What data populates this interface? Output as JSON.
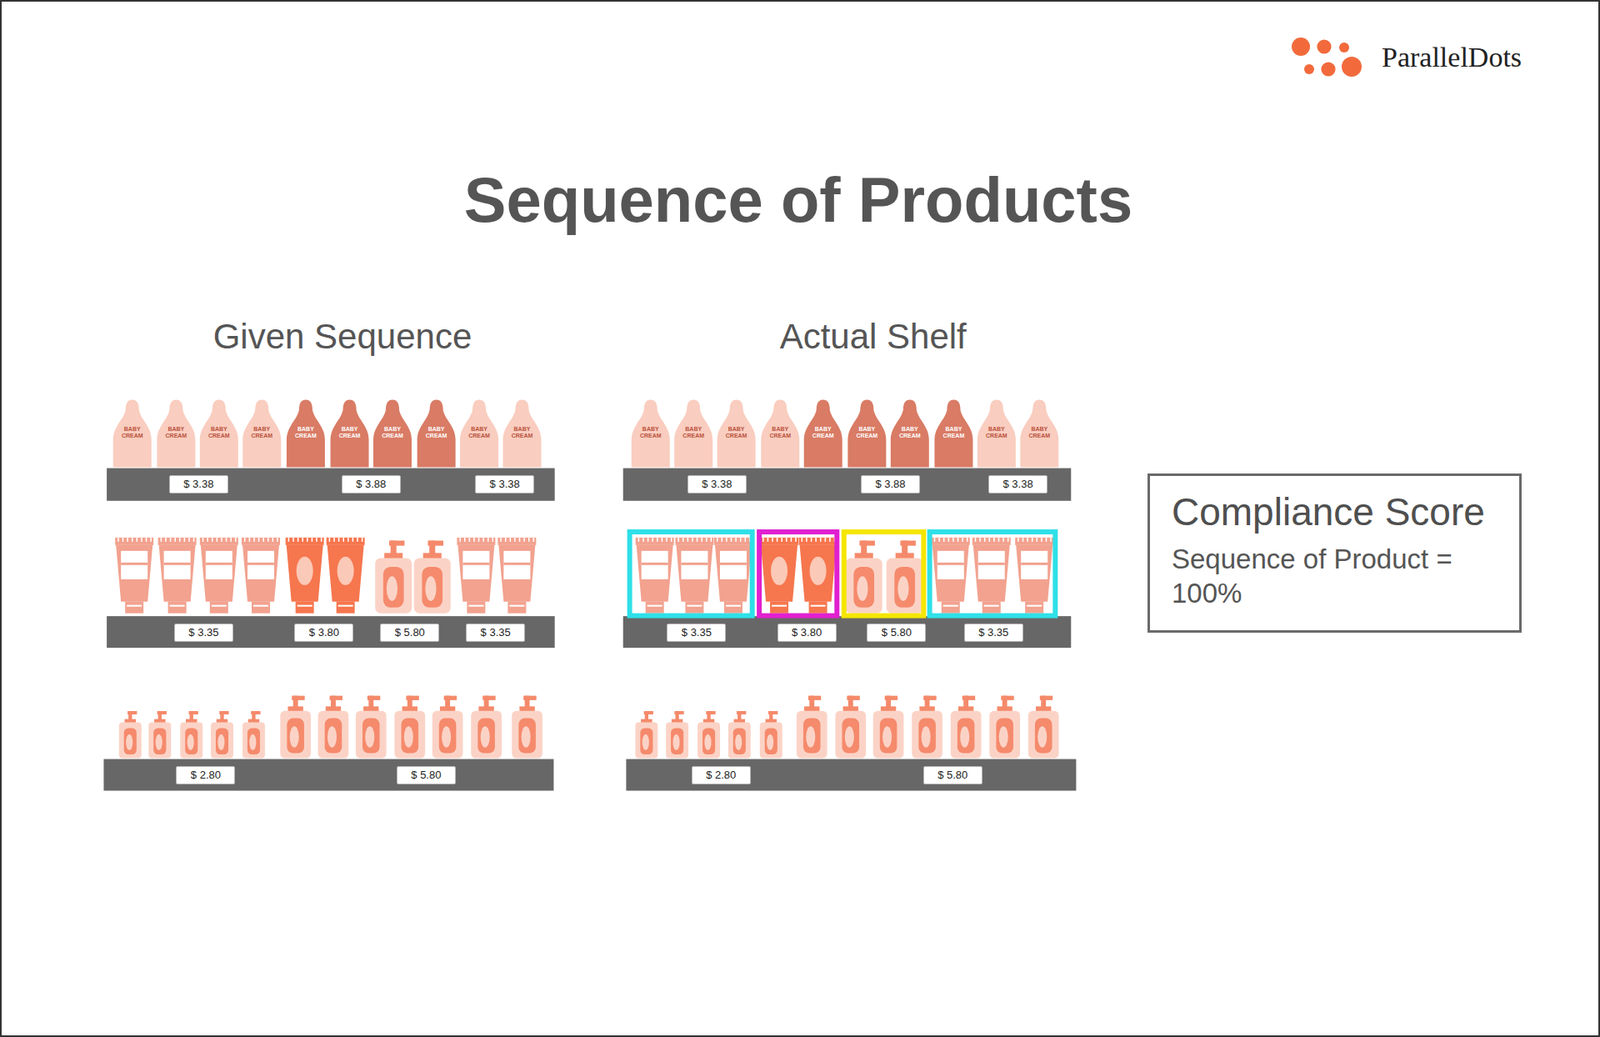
{
  "diagram": {
    "title": "Sequence of Products",
    "nodes": [
      {
        "text": [
          "$ 3.38"
        ]
      },
      {
        "text": [
          "$ 3.88"
        ]
      },
      {
        "text": [
          "$ 3.38"
        ]
      },
      {
        "text": [
          "$ 3.35"
        ]
      },
      {
        "text": [
          "$ 3.80"
        ]
      },
      {
        "text": [
          "$ 5.80"
        ]
      },
      {
        "text": [
          "$ 3.35"
        ]
      },
      {
        "text": [
          "$ 2.80"
        ]
      },
      {
        "text": [
          "$ 5.80"
        ]
      },
      {
        "text": [
          "$ 3.38"
        ]
      },
      {
        "text": [
          "$ 3.88"
        ]
      },
      {
        "text": [
          "$ 3.38"
        ]
      },
      {
        "text": [
          "$ 3.35"
        ]
      },
      {
        "text": [
          "$ 3.80"
        ]
      },
      {
        "text": [
          "$ 5.80"
        ]
      },
      {
        "text": [
          "$ 3.35"
        ]
      },
      {
        "text": [
          "$ 2.80"
        ]
      },
      {
        "text": [
          "$ 5.80"
        ]
      },
      {
        "text": [
          "Compliance Score",
          "Sequence of Product = 100%"
        ]
      }
    ],
    "labels": [
      "ParallelDots",
      "Given Sequence",
      "Actual Shelf",
      "BABY CREAM",
      "BABY CREAM",
      "BABY CREAM",
      "BABY CREAM",
      "BABY CREAM",
      "BABY CREAM",
      "BABY CREAM",
      "BABY CREAM",
      "BABY CREAM",
      "BABY CREAM",
      "BABY CREAM",
      "BABY CREAM",
      "BABY CREAM",
      "BABY CREAM",
      "BABY CREAM",
      "BABY CREAM",
      "BABY CREAM",
      "BABY CREAM",
      "BABY CREAM",
      "BABY CREAM"
    ]
  }
}
